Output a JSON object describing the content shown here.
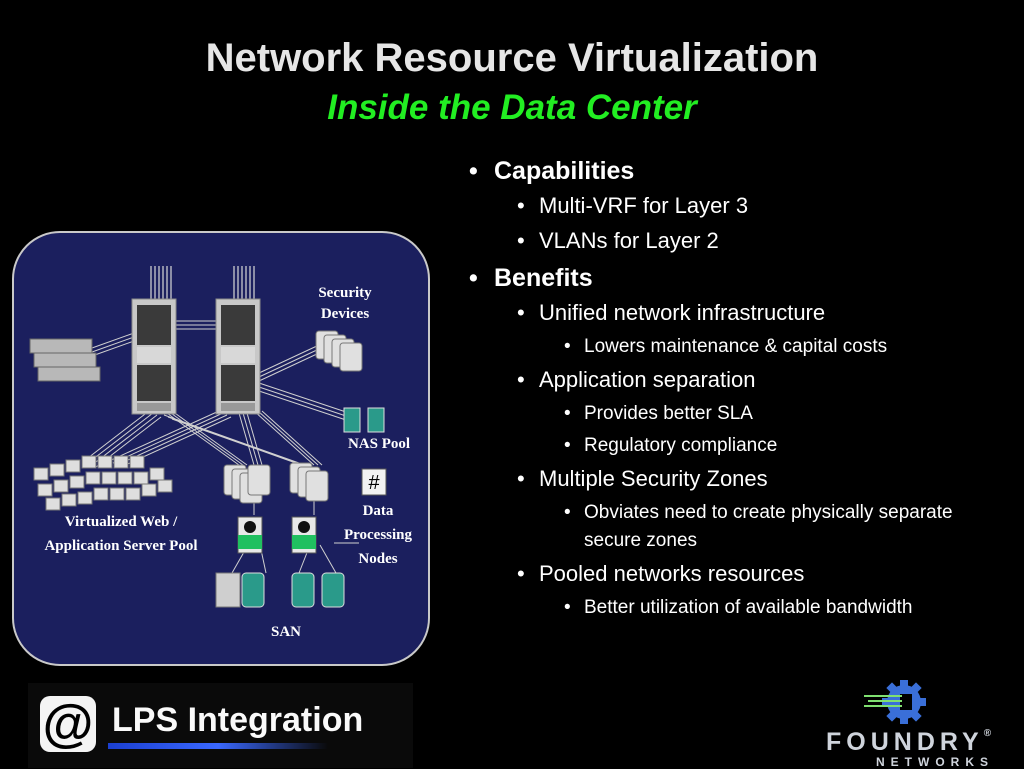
{
  "slide": {
    "title": "Network Resource Virtualization",
    "subtitle": "Inside the Data Center"
  },
  "diagram": {
    "labels": {
      "security_line1": "Security",
      "security_line2": "Devices",
      "nas_pool": "NAS Pool",
      "data_line1": "Data",
      "data_line2": "Processing",
      "data_line3": "Nodes",
      "web_line1": "Virtualized Web /",
      "web_line2": "Application Server Pool",
      "san": "SAN"
    }
  },
  "bullets": [
    {
      "level": 1,
      "text": "Capabilities"
    },
    {
      "level": 2,
      "text": "Multi-VRF for Layer 3"
    },
    {
      "level": 2,
      "text": "VLANs for Layer 2"
    },
    {
      "level": 1,
      "text": "Benefits"
    },
    {
      "level": 2,
      "text": "Unified network infrastructure"
    },
    {
      "level": 3,
      "text": "Lowers maintenance & capital costs"
    },
    {
      "level": 2,
      "text": "Application separation"
    },
    {
      "level": 3,
      "text": "Provides better SLA"
    },
    {
      "level": 3,
      "text": "Regulatory compliance"
    },
    {
      "level": 2,
      "text": "Multiple Security Zones"
    },
    {
      "level": 3,
      "text": "Obviates need to create physically separate secure zones"
    },
    {
      "level": 2,
      "text": "Pooled networks resources"
    },
    {
      "level": 3,
      "text": "Better utilization of available bandwidth"
    }
  ],
  "bullet_glyph": "•",
  "logos": {
    "lps_symbol": "@",
    "lps_name": "LPS Integration",
    "foundry_word": "FOUNDRY",
    "foundry_reg": "®",
    "foundry_sub": "NETWORKS"
  },
  "colors": {
    "background": "#000000",
    "title": "#e6e6e6",
    "subtitle": "#22ee22",
    "panel": "#1b1f5e",
    "panel_border": "#c9c9c9"
  }
}
